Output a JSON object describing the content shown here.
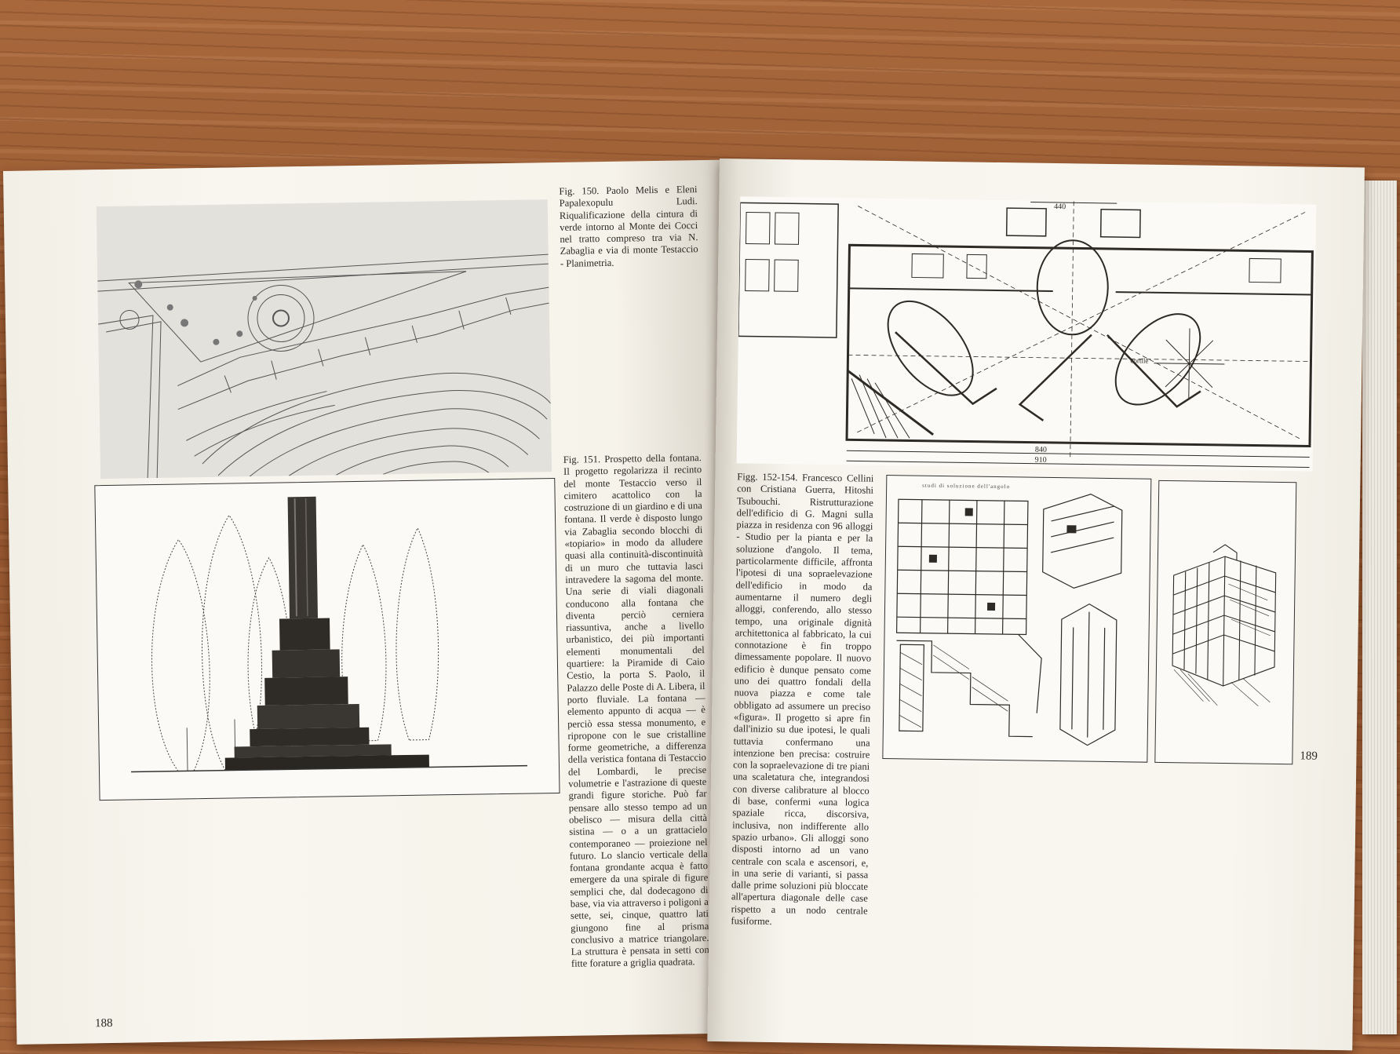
{
  "left_page": {
    "page_number": "188",
    "fig150_caption": "Fig. 150. Paolo Melis e Eleni Papalexopulu Ludi. Riqualificazione della cintura di verde intorno al Monte dei Cocci nel tratto compreso tra via N. Zabaglia e via di monte Testaccio - Planimetria.",
    "fig151_caption": "Fig. 151. Prospetto della fontana. Il progetto regolarizza il recinto del monte Testaccio verso il cimitero acattolico con la costruzione di un giardino e di una fontana. Il verde è disposto lungo via Zabaglia secondo blocchi di «topiario» in modo da alludere quasi alla continuità-discontinuità di un muro che tuttavia lasci intravedere la sagoma del monte. Una serie di viali diagonali conducono alla fontana che diventa perciò cerniera riassuntiva, anche a livello urbanistico, dei più importanti elementi monumentali del quartiere: la Piramide di Caio Cestio, la porta S. Paolo, il Palazzo delle Poste di A. Libera, il porto fluviale. La fontana — elemento appunto di acqua — è perciò essa stessa monumento, e ripropone con le sue cristalline forme geometriche, a differenza della veristica fontana di Testaccio del Lombardi, le precise volumetrie e l'astrazione di queste grandi figure storiche. Può far pensare allo stesso tempo ad un obelisco — misura della città sistina — o a un grattacielo contemporaneo — proiezione nel futuro. Lo slancio verticale della fontana grondante acqua è fatto emergere da una spirale di figure semplici che, dal dodecagono di base, via via attraverso i poligoni a sette, sei, cinque, quattro lati giungono fine al prisma conclusivo a matrice triangolare. La struttura è pensata in setti con fitte forature a griglia quadrata."
  },
  "right_page": {
    "page_number": "189",
    "fig152_caption": "Figg. 152-154. Francesco Cellini con Cristiana Guerra, Hitoshi Tsubouchi. Ristrutturazione dell'edificio di G. Magni sulla piazza in residenza con 96 alloggi - Studio per la pianta e per la soluzione d'angolo. Il tema, particolarmente difficile, affronta l'ipotesi di una sopraelevazione dell'edificio in modo da aumentarne il numero degli alloggi, conferendo, allo stesso tempo, una originale dignità architettonica al fabbricato, la cui connotazione è fin troppo dimessamente popolare. Il nuovo edificio è dunque pensato come uno dei quattro fondali della nuova piazza e come tale obbligato ad assumere un preciso «figura». Il progetto si apre fin dall'inizio su due ipotesi, le quali tuttavia confermano una intenzione ben precisa: costruire con la sopraelevazione di tre piani una scaletatura che, integrandosi con diverse calibrature al blocco di base, confermi «una logica spaziale ricca, discorsiva, inclusiva, non indifferente allo spazio urbano». Gli alloggi sono disposti intorno ad un vano centrale con scala e ascensori, e, in una serie di varianti, si passa dalle prime soluzioni più bloccate all'apertura diagonale delle case rispetto a un nodo centrale fusiforme.",
    "plan_dims": {
      "top": "440",
      "d1": "840",
      "d2": "910",
      "label": "cortile"
    },
    "sketch_title": "studi di soluzione dell'angolo"
  },
  "colors": {
    "paper": "#f7f5ee",
    "ink": "#2a2622",
    "wood": "#9b5d33"
  }
}
